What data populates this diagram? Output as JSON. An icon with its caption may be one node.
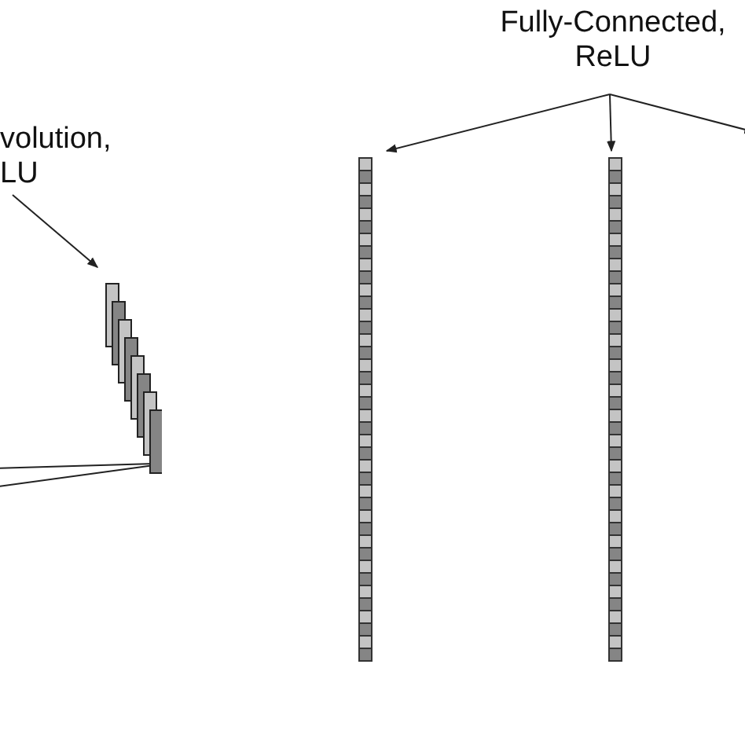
{
  "diagram": {
    "nodes": [
      {
        "text": [
          "volution, LU"
        ]
      },
      {
        "text": [],
        "shape": "box"
      },
      {
        "text": [
          "Fully-Connected, ReLU"
        ]
      },
      {
        "text": [],
        "shape": "bar"
      },
      {
        "text": [],
        "shape": "bar"
      }
    ],
    "edges": [
      {
        "from": 0,
        "to": 1,
        "arrow": "to"
      },
      {
        "from": 2,
        "to": 3,
        "arrow": "to"
      },
      {
        "from": 2,
        "to": 4,
        "arrow": "to"
      },
      {
        "from": 2,
        "to": null,
        "arrow": "to"
      },
      {
        "from": null,
        "to": 1,
        "arrow": "none"
      },
      {
        "from": null,
        "to": 1,
        "arrow": "none"
      }
    ]
  }
}
